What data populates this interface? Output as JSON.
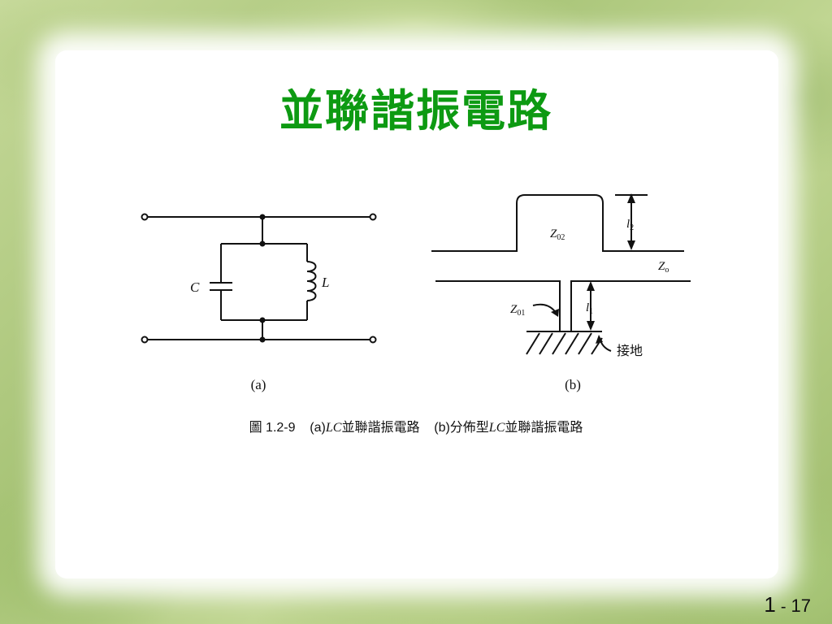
{
  "slide": {
    "title": "並聯諧振電路",
    "page": {
      "chapter": "1",
      "separator": "-",
      "number": "17"
    }
  },
  "figure_a": {
    "capacitor_label": "C",
    "inductor_label": "L",
    "panel_label": "(a)"
  },
  "figure_b": {
    "z02_main": "Z",
    "z02_sub": "02",
    "l2_main": "l",
    "l2_sub": "2",
    "zo_main": "Z",
    "zo_sub": "o",
    "z01_main": "Z",
    "z01_sub": "01",
    "l1_main": "l",
    "l1_sub": "1",
    "ground_label": "接地",
    "panel_label": "(b)"
  },
  "caption": {
    "prefix": "圖 1.2-9    (a)",
    "lc1": "LC",
    "part_a": "並聯諧振電路    (b)分佈型",
    "lc2": "LC",
    "part_b": "並聯諧振電路"
  },
  "colors": {
    "title": "#0d9a12",
    "background_foliage": "#a8c477",
    "panel": "#ffffff"
  }
}
